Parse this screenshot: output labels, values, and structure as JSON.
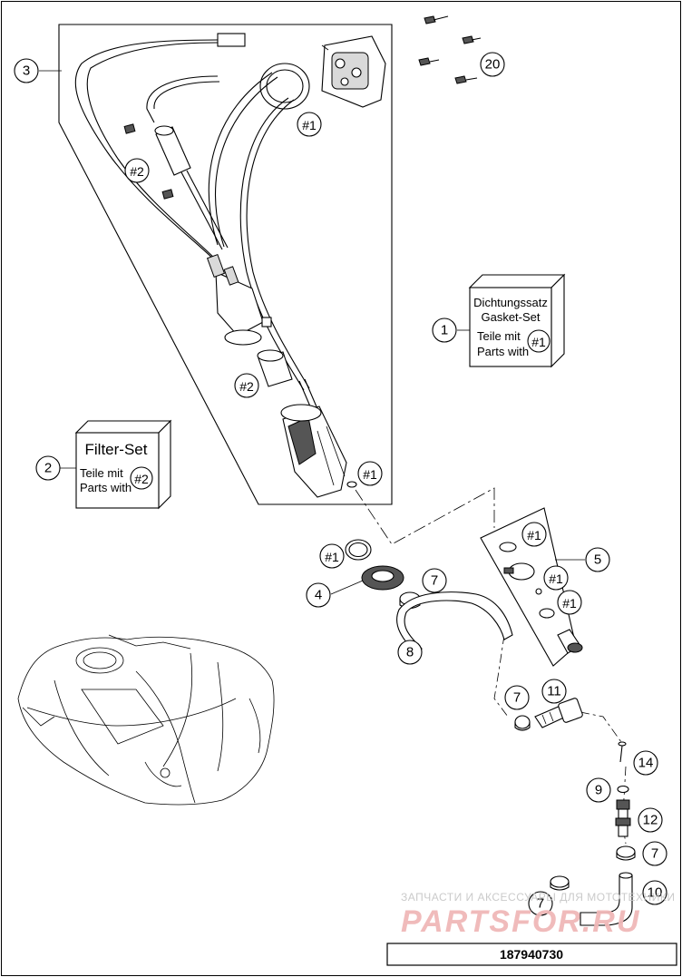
{
  "callouts": [
    {
      "id": "c1",
      "label": "1"
    },
    {
      "id": "c2",
      "label": "2"
    },
    {
      "id": "c3",
      "label": "3"
    },
    {
      "id": "c4",
      "label": "4"
    },
    {
      "id": "c5",
      "label": "5"
    },
    {
      "id": "c7a",
      "label": "7"
    },
    {
      "id": "c7b",
      "label": "7"
    },
    {
      "id": "c7c",
      "label": "7"
    },
    {
      "id": "c7d",
      "label": "7"
    },
    {
      "id": "c8",
      "label": "8"
    },
    {
      "id": "c9",
      "label": "9"
    },
    {
      "id": "c10",
      "label": "10"
    },
    {
      "id": "c11",
      "label": "11"
    },
    {
      "id": "c12",
      "label": "12"
    },
    {
      "id": "c14",
      "label": "14"
    },
    {
      "id": "c20",
      "label": "20"
    }
  ],
  "ref_tags": {
    "hash1": "#1",
    "hash2": "#2"
  },
  "gasket_set_box": {
    "title_de": "Dichtungssatz",
    "title_en": "Gasket-Set",
    "line1": "Teile mit",
    "line2": "Parts with"
  },
  "filter_set_box": {
    "title": "Filter-Set",
    "line1": "Teile mit",
    "line2": "Parts with"
  },
  "watermark": {
    "top": "ЗАПЧАСТИ И АКСЕССУАРЫ ДЛЯ МОТОТЕХНИКИ",
    "logo": "PARTSFOR.RU"
  },
  "diagram_number": "187940730",
  "colors": {
    "line": "#000000",
    "background": "#ffffff",
    "watermark_logo": "#f0b8b8",
    "watermark_text": "#c8c8c8"
  }
}
